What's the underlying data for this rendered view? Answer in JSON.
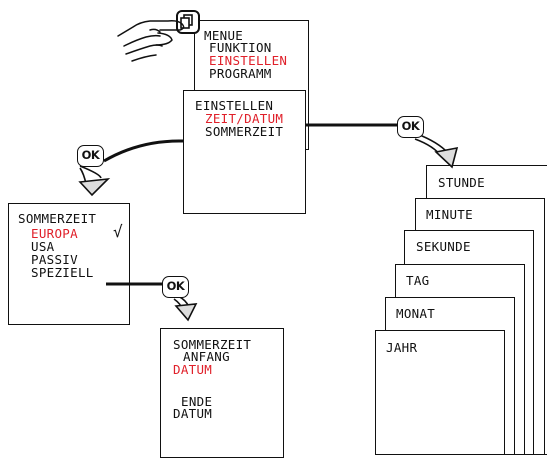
{
  "menu_screen": {
    "lines": [
      "MENUE",
      "FUNKTION",
      "EINSTELLEN",
      "PROGRAMM"
    ],
    "highlight_index": 2
  },
  "einstellen_screen": {
    "lines": [
      "EINSTELLEN",
      "ZEIT/DATUM",
      "SOMMERZEIT"
    ],
    "highlight_index": 1
  },
  "sommerzeit_screen": {
    "lines": [
      "SOMMERZEIT",
      "EUROPA",
      "USA",
      "PASSIV",
      "SPEZIELL"
    ],
    "highlight_index": 1,
    "checkmark": "√"
  },
  "spezial_screen": {
    "lines": [
      "SOMMERZEIT",
      "ANFANG",
      "DATUM",
      "ENDE",
      "DATUM"
    ],
    "highlight_index": 2
  },
  "zeit_datum_cards": [
    "STUNDE",
    "MINUTE",
    "SEKUNDE",
    "TAG",
    "MONAT",
    "JAHR"
  ],
  "ok_button_label": "OK",
  "colors": {
    "highlight": "#e0202a",
    "ink": "#111111",
    "arrow_fill": "#dddddd"
  },
  "icons": [
    "hand-pressing-icon",
    "menu-key-icon",
    "arrow-icon",
    "checkmark-icon"
  ]
}
